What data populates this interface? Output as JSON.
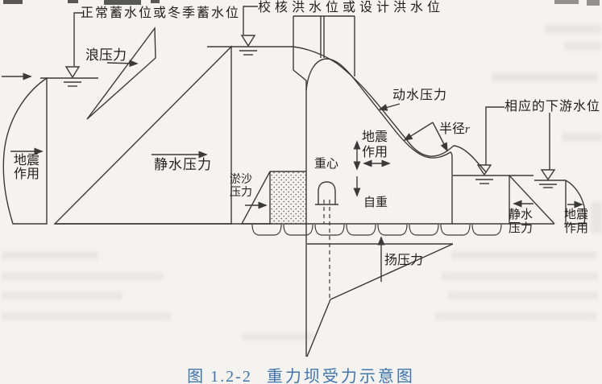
{
  "figure": {
    "caption": {
      "number": "图 1.2-2",
      "title": "重力坝受力示意图"
    },
    "labels": {
      "normal_level": "正常蓄水位或冬季蓄水位",
      "check_level": "校核洪水位或设计洪水位",
      "wave_pressure": "浪压力",
      "seismic_upstream": {
        "line1": "地震",
        "line2": "作用"
      },
      "static_water_upstream": "静水压力",
      "silt_pressure": {
        "line1": "淤沙",
        "line2": "压力"
      },
      "gravity_center": "重心",
      "seismic_center": {
        "line1": "地震",
        "line2": "作用"
      },
      "self_weight": "自重",
      "dynamic_water": "动水压力",
      "radius_prefix": "半径",
      "radius_symbol": "r",
      "downstream_level": "相应的下游水位",
      "uplift": "扬压力",
      "static_water_downstream": {
        "line1": "静水",
        "line2": "压力"
      },
      "seismic_downstream": {
        "line1": "地震",
        "line2": "作用"
      }
    },
    "colors": {
      "paper": "#f5f3ef",
      "line": "#3a3a3a",
      "text": "#1f1f1f",
      "caption": "#3f74ae"
    }
  }
}
